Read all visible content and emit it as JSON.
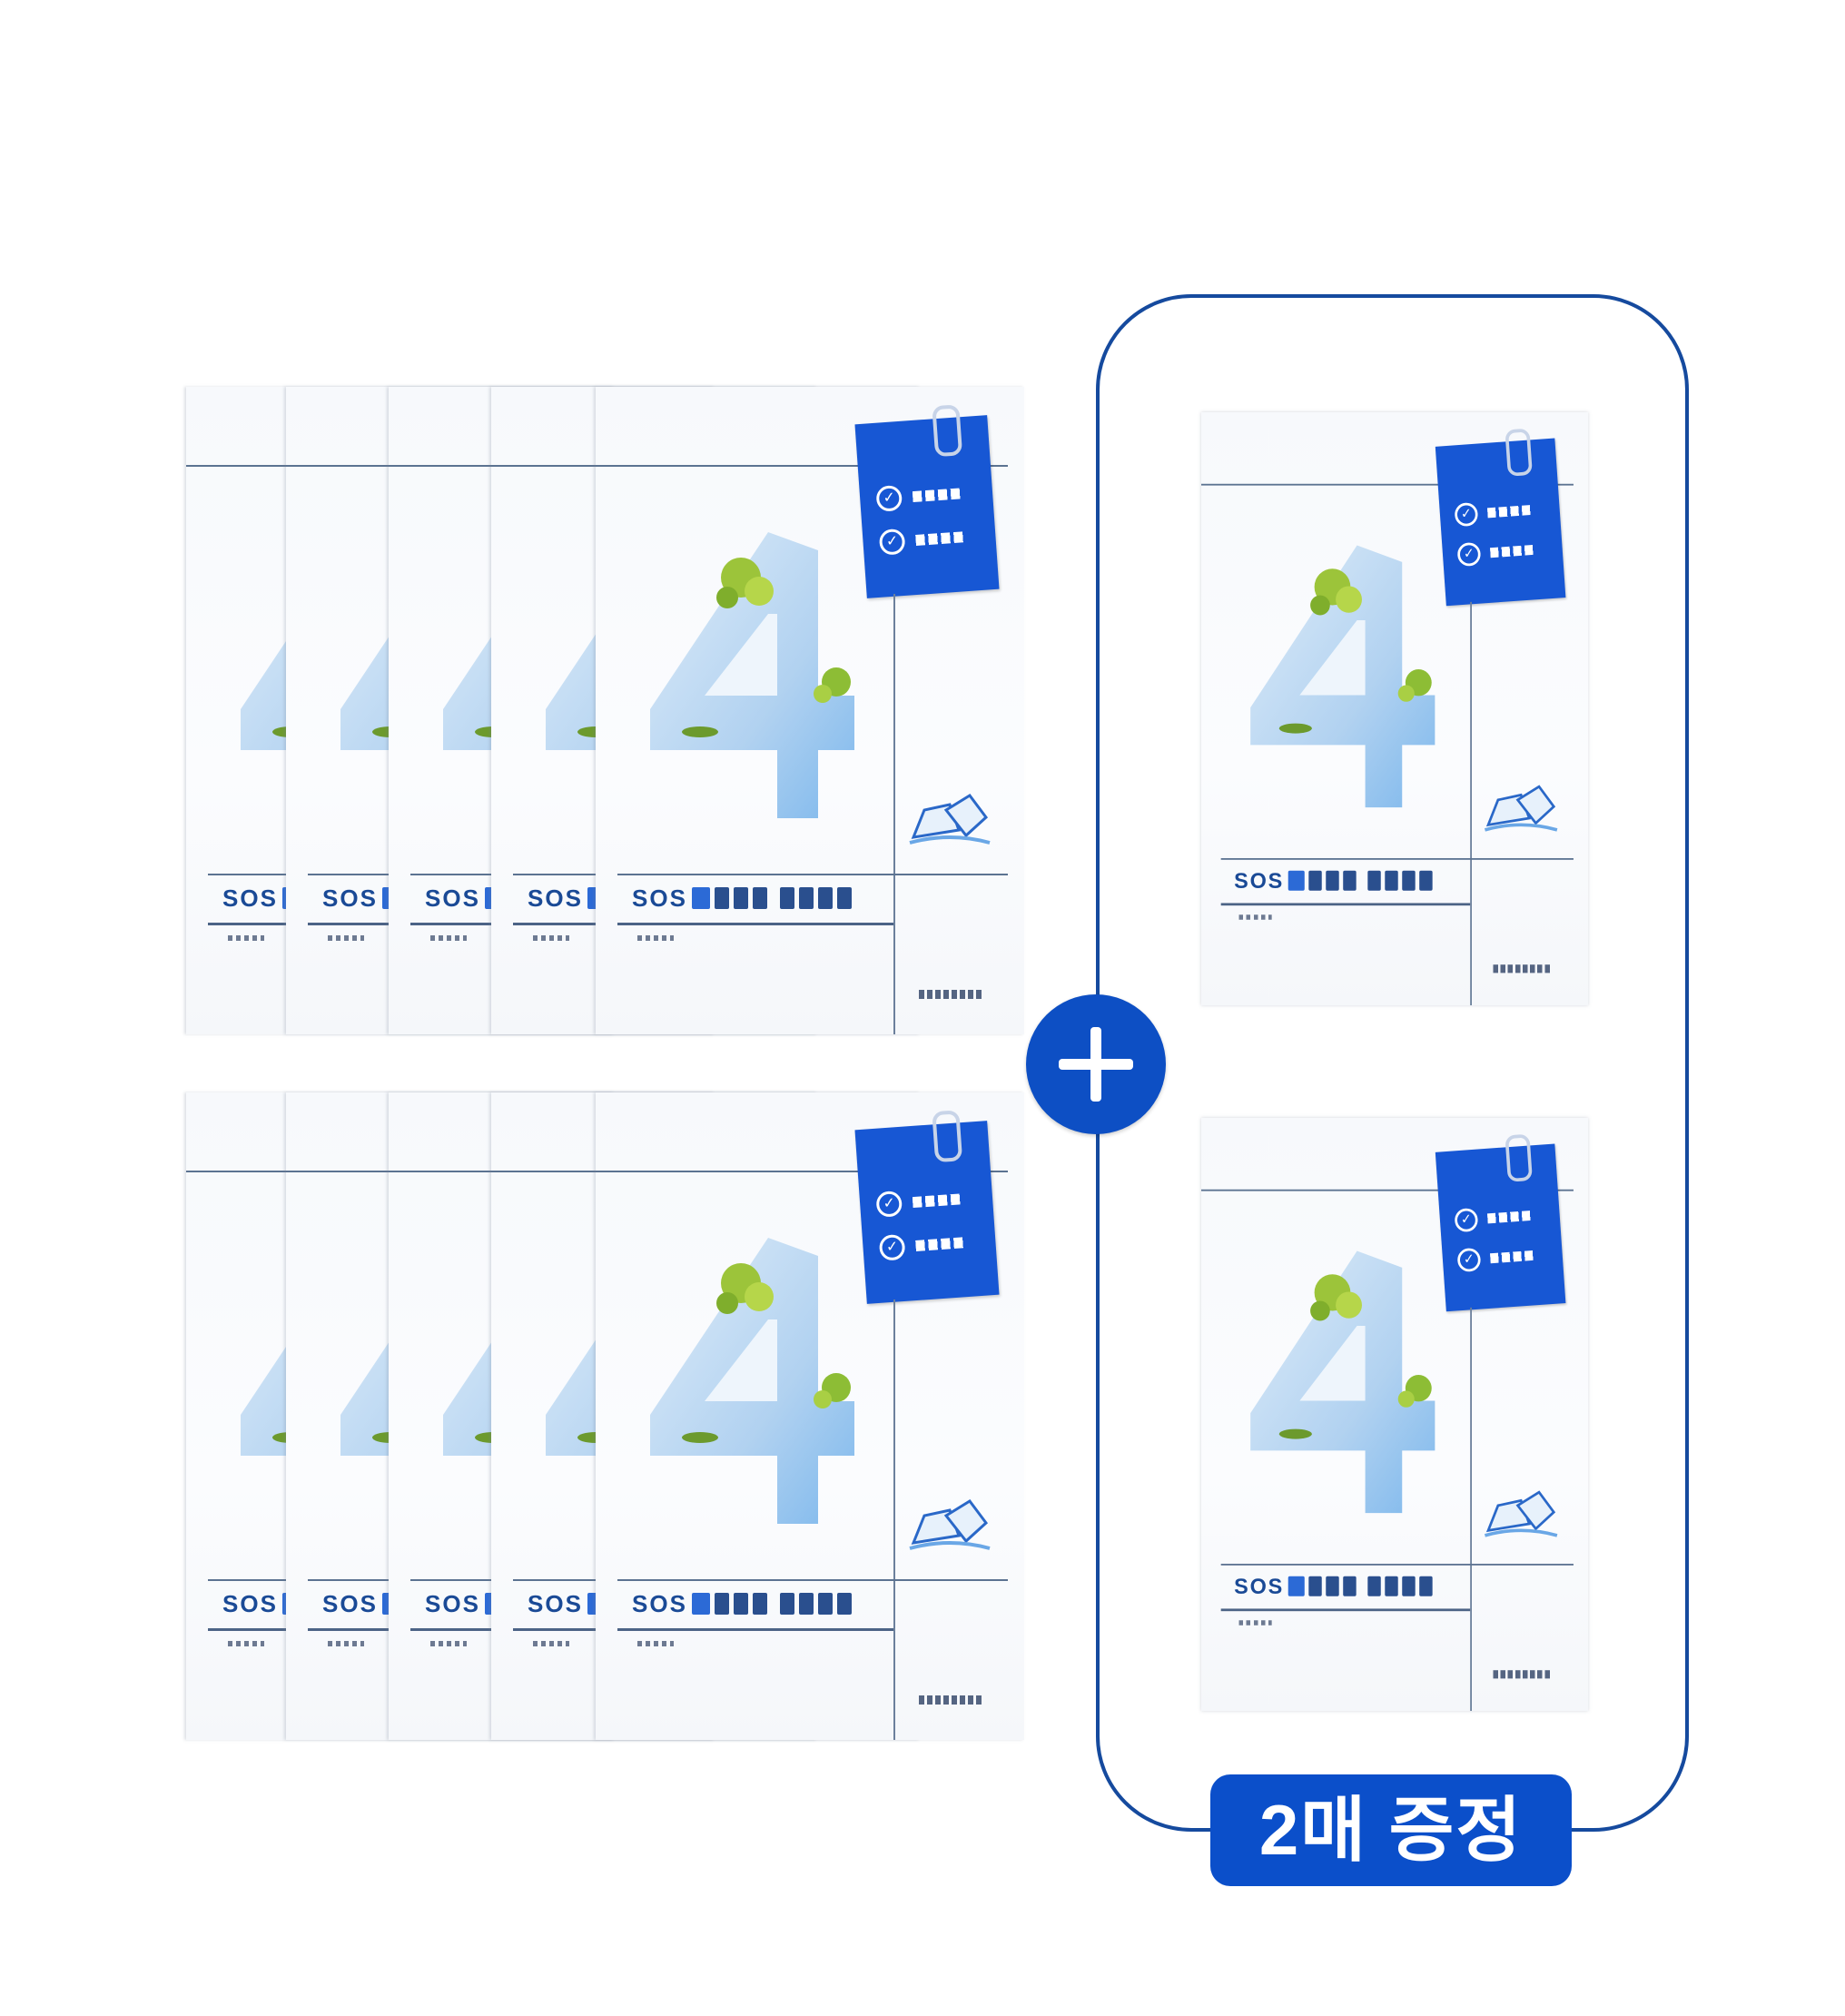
{
  "product": {
    "name_prefix": "SOS",
    "number_graphic": "4",
    "accent_color": "#0b4fca",
    "frame_color": "#154a9e"
  },
  "main_set": {
    "rows": 2,
    "masks_per_row": 5
  },
  "bonus_set": {
    "count": 2,
    "badge_label": "2매 증정"
  },
  "icons": {
    "plus": "plus-icon",
    "check": "check-icon",
    "clip": "paperclip-icon",
    "ice": "ice-cube-icon"
  }
}
